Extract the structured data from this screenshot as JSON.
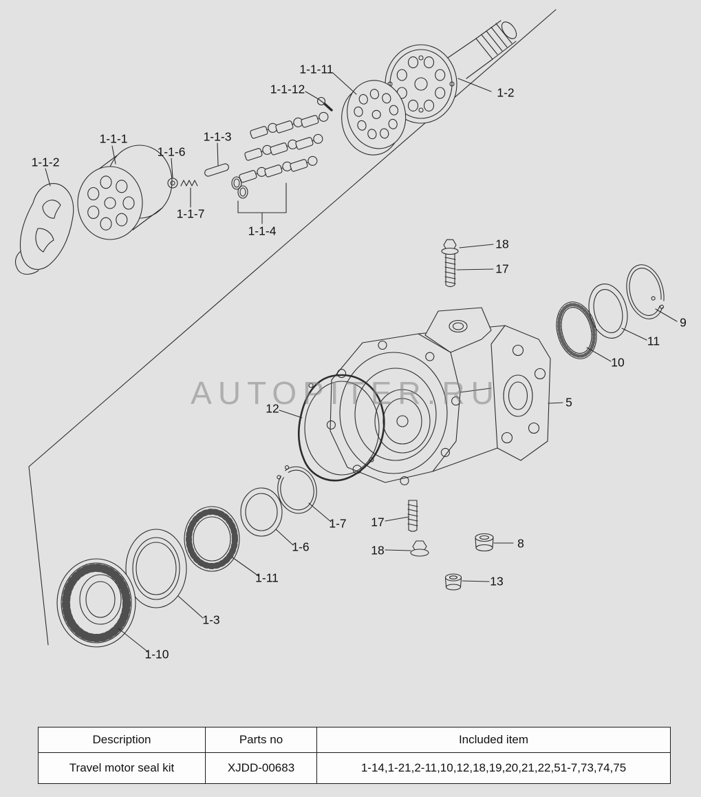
{
  "watermark": "AUTOPITER.RU",
  "callouts": [
    {
      "id": "1-1-2",
      "label": "1-1-2"
    },
    {
      "id": "1-1-1",
      "label": "1-1-1"
    },
    {
      "id": "1-1-6",
      "label": "1-1-6"
    },
    {
      "id": "1-1-3",
      "label": "1-1-3"
    },
    {
      "id": "1-1-12",
      "label": "1-1-12"
    },
    {
      "id": "1-1-11",
      "label": "1-1-11"
    },
    {
      "id": "1-2",
      "label": "1-2"
    },
    {
      "id": "1-1-7",
      "label": "1-1-7"
    },
    {
      "id": "1-1-4",
      "label": "1-1-4"
    },
    {
      "id": "18-top",
      "label": "18"
    },
    {
      "id": "17-top",
      "label": "17"
    },
    {
      "id": "9",
      "label": "9"
    },
    {
      "id": "11",
      "label": "11"
    },
    {
      "id": "10",
      "label": "10"
    },
    {
      "id": "5",
      "label": "5"
    },
    {
      "id": "12",
      "label": "12"
    },
    {
      "id": "1-7",
      "label": "1-7"
    },
    {
      "id": "1-6",
      "label": "1-6"
    },
    {
      "id": "1-11",
      "label": "1-11"
    },
    {
      "id": "1-3",
      "label": "1-3"
    },
    {
      "id": "1-10",
      "label": "1-10"
    },
    {
      "id": "17-bottom",
      "label": "17"
    },
    {
      "id": "18-bottom",
      "label": "18"
    },
    {
      "id": "8",
      "label": "8"
    },
    {
      "id": "13",
      "label": "13"
    }
  ],
  "table": {
    "headers": [
      "Description",
      "Parts no",
      "Included item"
    ],
    "rows": [
      [
        "Travel motor seal kit",
        "XJDD-00683",
        "1-14,1-21,2-11,10,12,18,19,20,21,22,51-7,73,74,75"
      ]
    ]
  }
}
